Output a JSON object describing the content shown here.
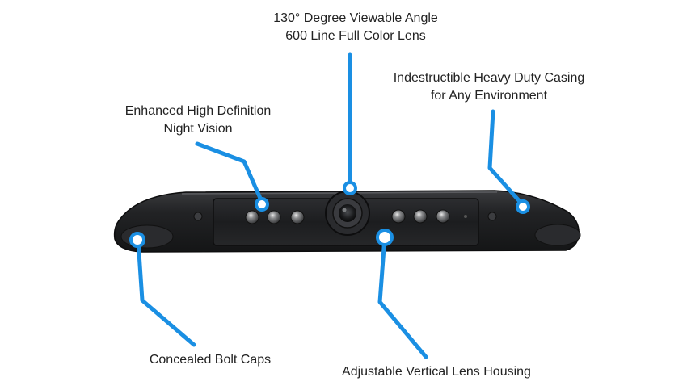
{
  "callouts": {
    "viewing_angle": {
      "line1": "130° Degree Viewable Angle",
      "line2": "600 Line Full Color Lens"
    },
    "night_vision": {
      "line1": "Enhanced High Definition",
      "line2": "Night Vision"
    },
    "casing": {
      "line1": "Indestructible Heavy Duty Casing",
      "line2": "for Any Environment"
    },
    "bolt_caps": {
      "line1": "Concealed Bolt Caps"
    },
    "lens_housing": {
      "line1": "Adjustable Vertical Lens Housing"
    }
  },
  "colors": {
    "callout_blue": "#1a8fe3",
    "camera_body": "#1e1f21",
    "label_text": "#222222"
  }
}
